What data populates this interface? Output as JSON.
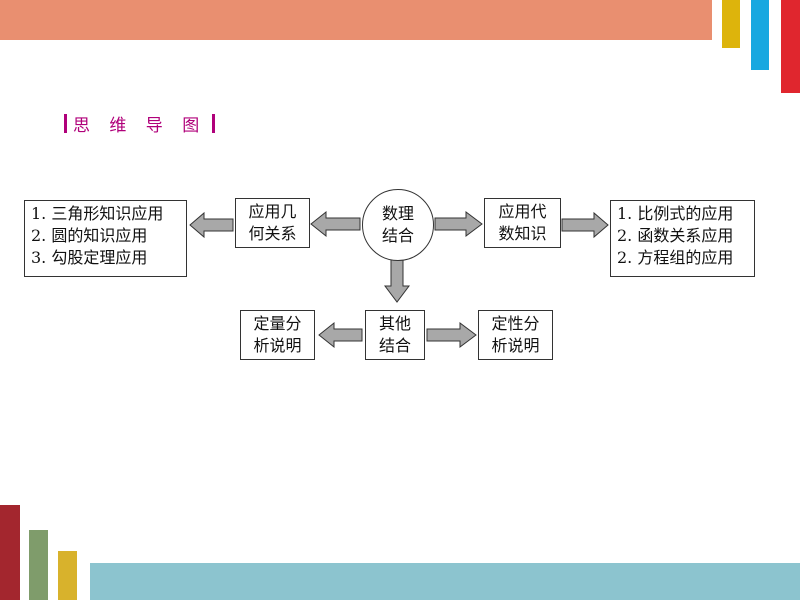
{
  "colors": {
    "top_bar": "#e98f70",
    "accent_yellow": "#ddb40c",
    "accent_blue": "#18a8e0",
    "accent_red": "#e0262e",
    "bottom_bar": "#8cc4cf",
    "bar_dark_red": "#a3262e",
    "bar_green": "#7f9c6b",
    "bar_yellow": "#d8b22c",
    "label_magenta": "#b0007a",
    "arrow_fill": "#a8a8a8"
  },
  "section_label": {
    "text": "思 维 导 图"
  },
  "diagram": {
    "center": [
      "数理",
      "结合"
    ],
    "left_node": [
      "应用几",
      "何关系"
    ],
    "right_node": [
      "应用代",
      "数知识"
    ],
    "bottom_node": [
      "其他",
      "结合"
    ],
    "bottom_left_node": [
      "定量分",
      "析说明"
    ],
    "bottom_right_node": [
      "定性分",
      "析说明"
    ],
    "left_list": [
      "1. 三角形知识应用",
      "2. 圆的知识应用",
      "3. 勾股定理应用"
    ],
    "right_list": [
      "1. 比例式的应用",
      "2. 函数关系应用",
      "2. 方程组的应用"
    ]
  }
}
